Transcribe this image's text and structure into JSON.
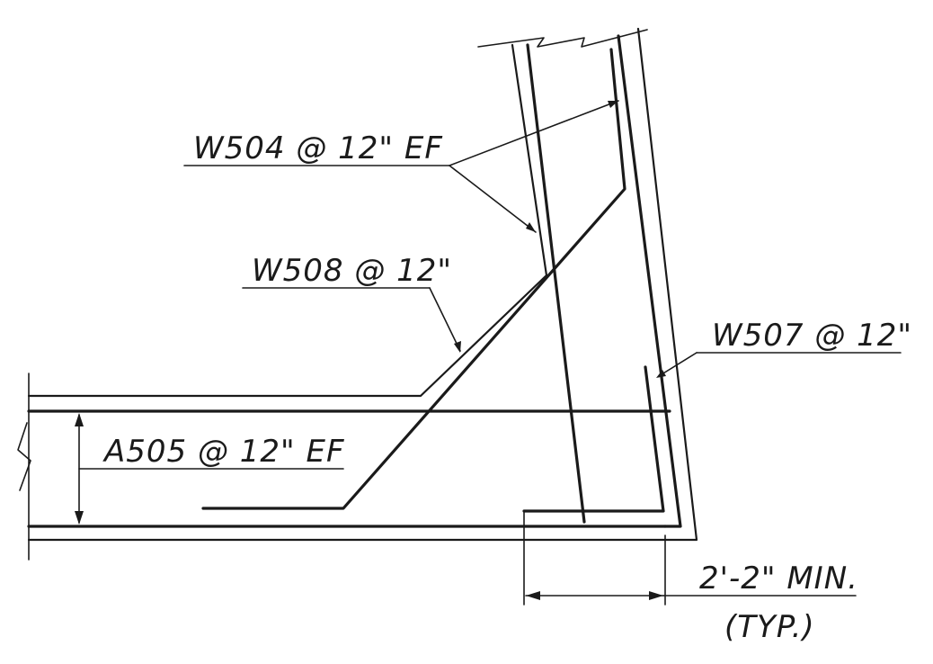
{
  "labels": {
    "w504": "W504 @ 12\" EF",
    "w508": "W508 @ 12\"",
    "w507": "W507 @ 12\"",
    "a505": "A505 @ 12\" EF",
    "dim": "2'-2\" MIN.",
    "typ": "(TYP.)"
  },
  "colors": {
    "ink": "#1a1a1a",
    "paper": "#ffffff"
  }
}
